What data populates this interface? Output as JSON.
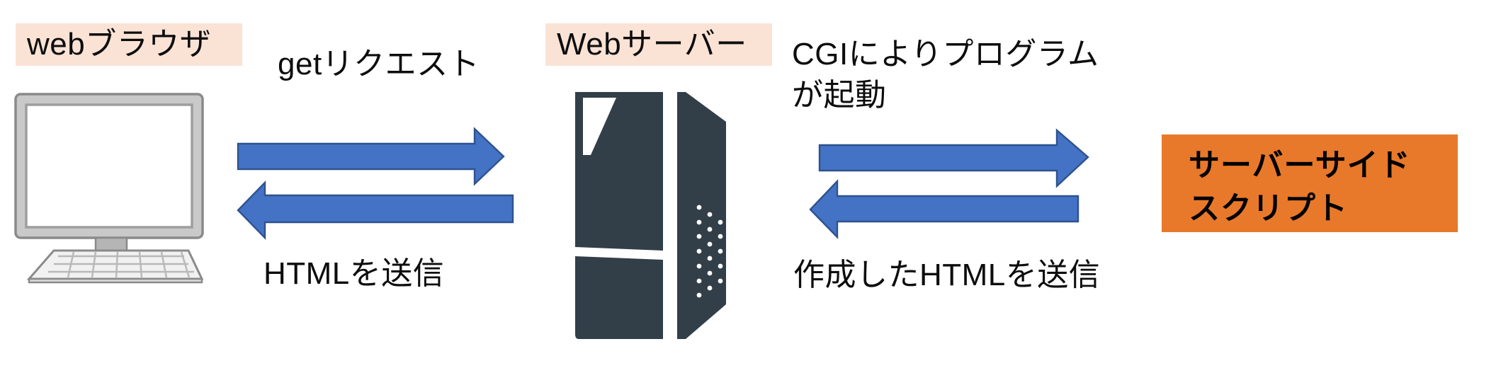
{
  "diagram": {
    "title_present": false,
    "background_color": "#ffffff",
    "labels": {
      "browser": "webブラウザ",
      "server": "Webサーバー",
      "get_request": "getリクエスト",
      "html_send": "HTMLを送信",
      "cgi_line1": "CGIによりプログラム",
      "cgi_line2": "が起動",
      "created_html_send": "作成したHTMLを送信",
      "script_line1": "サーバーサイド",
      "script_line2": "スクリプト"
    },
    "colors": {
      "peach_highlight": "#FAE3D5",
      "orange_box": "#E8792B",
      "arrow_fill": "#4472C4",
      "arrow_stroke": "#2F528F",
      "monitor_body": "#BFBFBF",
      "monitor_outline": "#808080",
      "monitor_screen": "#FFFFFF",
      "server_body": "#323E48",
      "text": "#0D0D0D"
    },
    "icons": {
      "browser": "desktop-monitor-icon",
      "server": "server-tower-icon",
      "flow_right": "right-arrow-icon",
      "flow_left": "left-arrow-icon"
    },
    "flows": [
      {
        "id": "flow-browser-to-server",
        "direction": "right",
        "label": "getリクエスト"
      },
      {
        "id": "flow-server-to-browser",
        "direction": "left",
        "label": "HTMLを送信"
      },
      {
        "id": "flow-server-to-script",
        "direction": "right",
        "label": "CGIによりプログラムが起動"
      },
      {
        "id": "flow-script-to-server",
        "direction": "left",
        "label": "作成したHTMLを送信"
      }
    ]
  }
}
